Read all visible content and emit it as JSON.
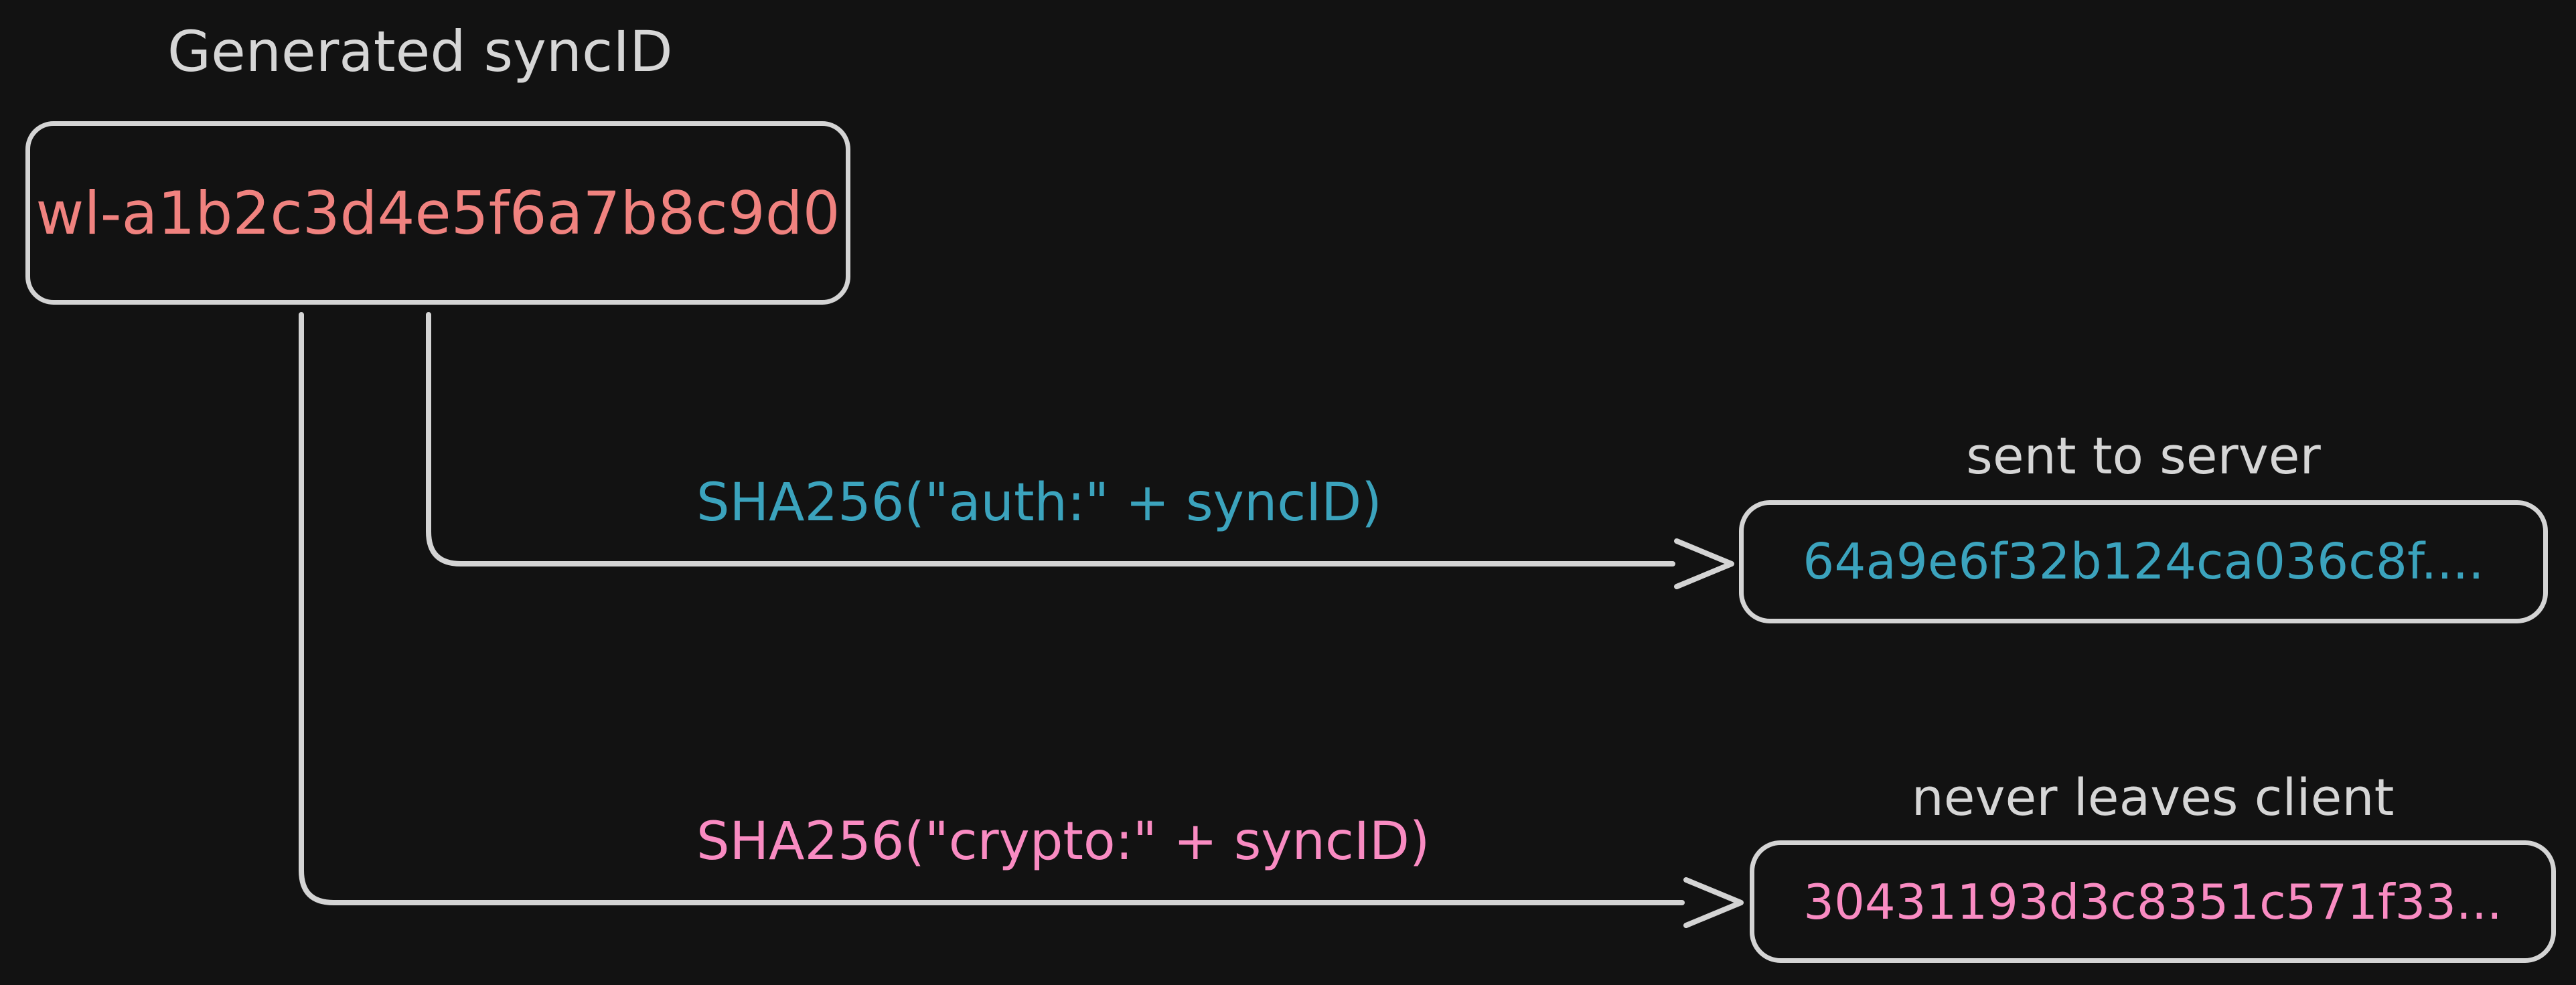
{
  "colors": {
    "background": "#121212",
    "stroke": "#d4d4d4",
    "label": "#d6d6d6",
    "red": "#f0827f",
    "teal": "#3ba3bd",
    "pink": "#f98bc2"
  },
  "diagram": {
    "source": {
      "title": "Generated syncID",
      "value": "wl-a1b2c3d4e5f6a7b8c9d0"
    },
    "auth_branch": {
      "transform_label": "SHA256(\"auth:\" + syncID)",
      "result_caption": "sent to server",
      "result_value": "64a9e6f32b124ca036c8f...."
    },
    "crypto_branch": {
      "transform_label": "SHA256(\"crypto:\" + syncID)",
      "result_caption": "never leaves client",
      "result_value": "30431193d3c8351c571f33..."
    }
  }
}
